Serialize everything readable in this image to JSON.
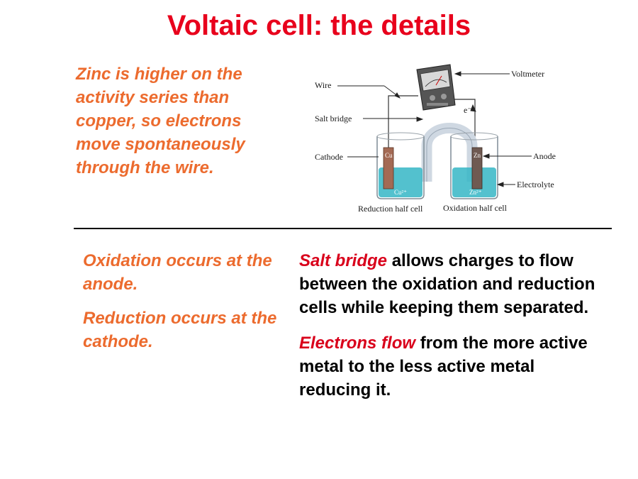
{
  "slide": {
    "title": "Voltaic cell: the details",
    "intro": "Zinc is higher on the activity series than copper, so electrons move spontaneously through the wire.",
    "left_points": [
      "Oxidation occurs at the anode.",
      "Reduction occurs at the cathode."
    ],
    "right_points": [
      {
        "highlight": "Salt bridge",
        "text": " allows charges to flow between the oxidation and reduction cells while keeping them separated."
      },
      {
        "highlight": "Electrons flow",
        "text": " from the more active metal to the less active metal reducing it."
      }
    ]
  },
  "diagram": {
    "labels": {
      "wire": "Wire",
      "voltmeter": "Voltmeter",
      "salt_bridge": "Salt bridge",
      "cathode": "Cathode",
      "anode": "Anode",
      "electrolyte": "Electrolyte",
      "reduction": "Reduction half cell",
      "oxidation": "Oxidation half cell",
      "electron": "e⁻",
      "cu": "Cu",
      "zn": "Zn",
      "cu_ion": "Cu²⁺",
      "zn_ion": "Zn²⁺"
    }
  },
  "colors": {
    "title": "#e8001c",
    "orange_text": "#ec6b2e",
    "highlight": "#d9001b",
    "electrolyte": "#35b6c6"
  }
}
